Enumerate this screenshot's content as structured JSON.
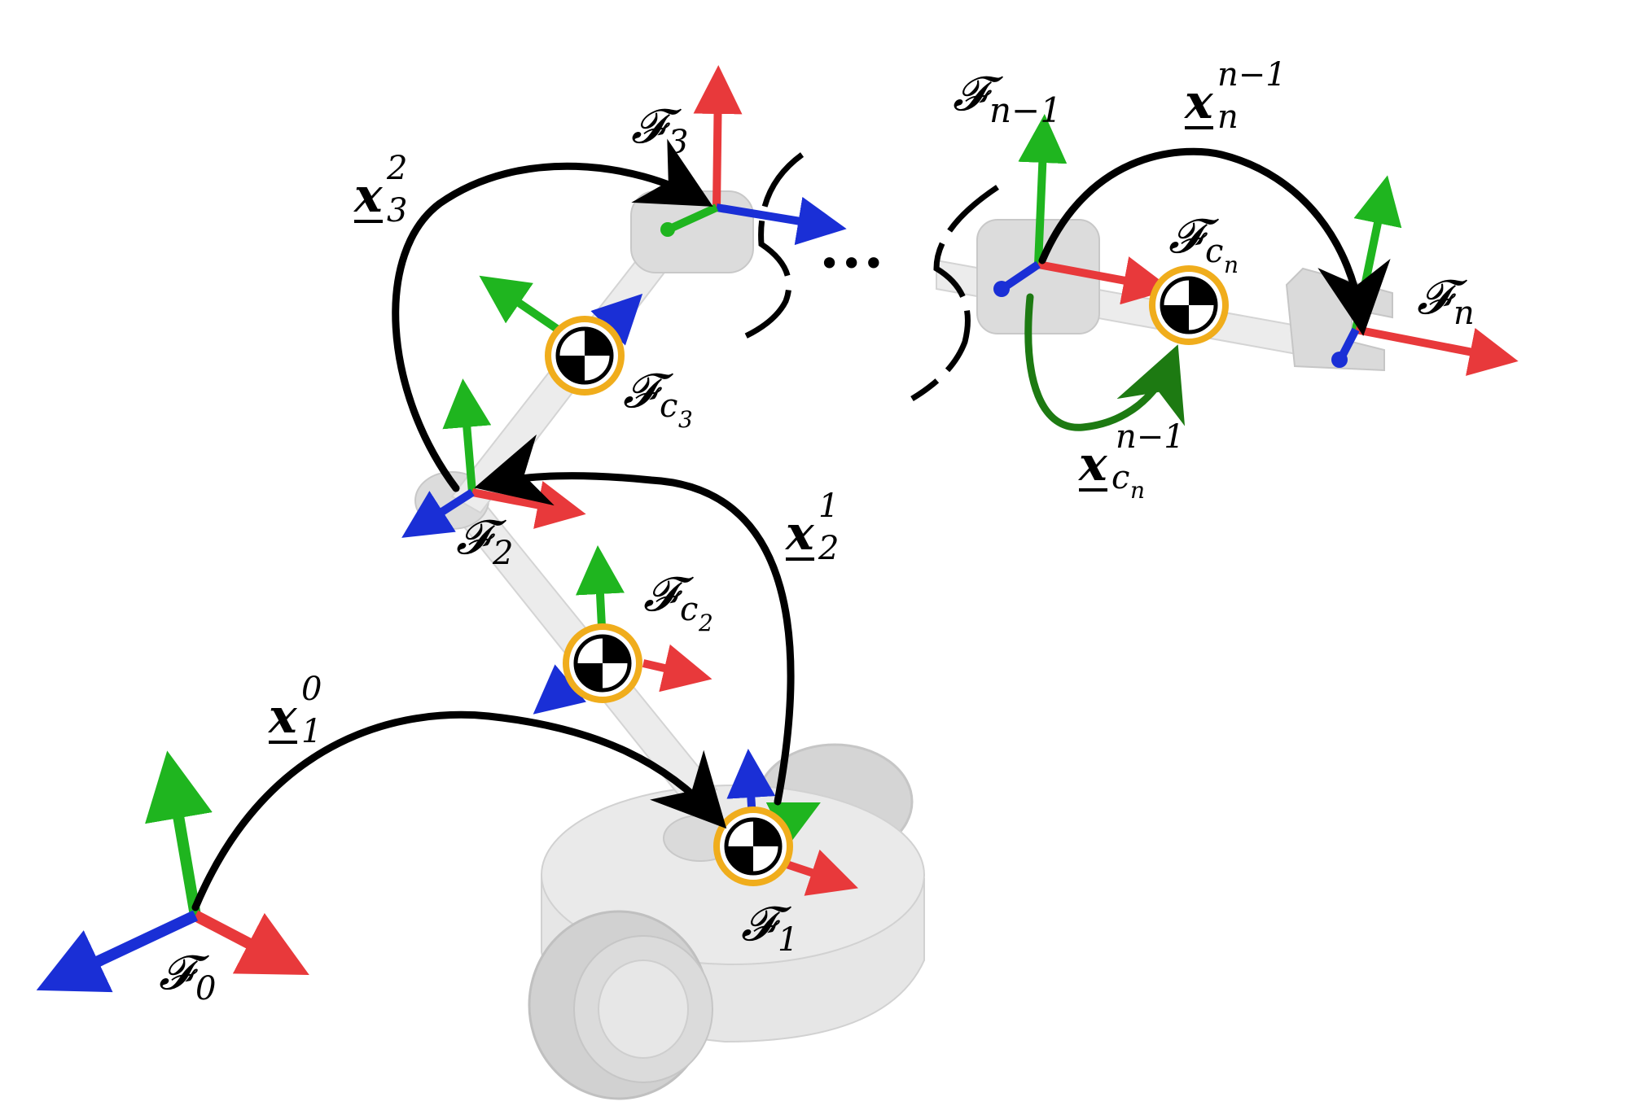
{
  "colors": {
    "x_axis": "#e8393b",
    "y_axis": "#1fb51f",
    "z_axis": "#1a2fd6",
    "transform_arrow": "#000000",
    "com_arrow": "#1d7a12",
    "com_ring": "#f0ad1c",
    "robot_body": "#d9d9d9"
  },
  "frames": {
    "f0": {
      "symbol": "𝓕",
      "sub": "0"
    },
    "f1": {
      "symbol": "𝓕",
      "sub": "1"
    },
    "f2": {
      "symbol": "𝓕",
      "sub": "2"
    },
    "f3": {
      "symbol": "𝓕",
      "sub": "3"
    },
    "fc2": {
      "symbol": "𝓕",
      "sub": "c",
      "subsub": "2"
    },
    "fc3": {
      "symbol": "𝓕",
      "sub": "c",
      "subsub": "3"
    },
    "fcn": {
      "symbol": "𝓕",
      "sub": "c",
      "subsub": "n"
    },
    "fn1": {
      "symbol": "𝓕",
      "sub": "n−1"
    },
    "fn": {
      "symbol": "𝓕",
      "sub": "n"
    }
  },
  "transforms": {
    "x10": {
      "base": "x",
      "sub": "1",
      "sup": "0"
    },
    "x21": {
      "base": "x",
      "sub": "2",
      "sup": "1"
    },
    "x32": {
      "base": "x",
      "sub": "3",
      "sup": "2"
    },
    "xnn1": {
      "base": "x",
      "sub": "n",
      "sup": "n−1"
    },
    "xcn": {
      "base": "x",
      "sub": "c",
      "subsub": "n",
      "sup": "n−1"
    }
  },
  "ellipsis": "•••"
}
